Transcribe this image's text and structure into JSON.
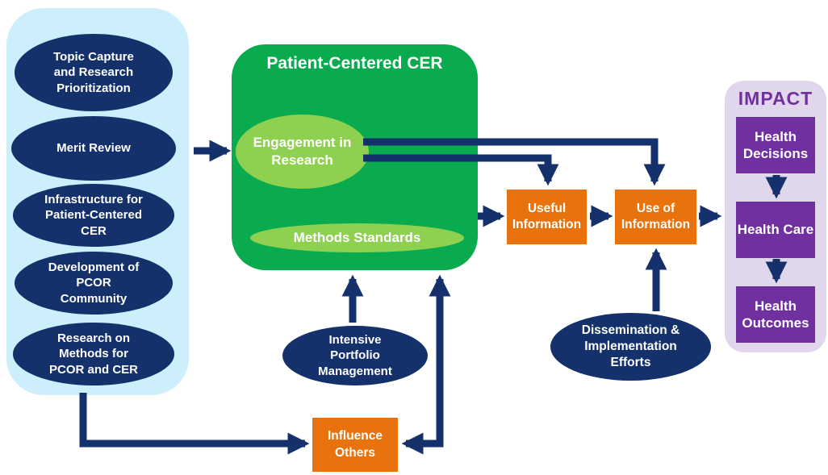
{
  "diagram": {
    "inputs_panel": {
      "items": [
        "Topic Capture and Research Prioritization",
        "Merit Review",
        "Infrastructure for Patient-Centered CER",
        "Development of PCOR Community",
        "Research on Methods for PCOR and CER"
      ]
    },
    "cer_box": {
      "title": "Patient-Centered CER",
      "engagement": "Engagement in Research",
      "methods_standards": "Methods Standards"
    },
    "nodes": {
      "portfolio": "Intensive Portfolio Management",
      "influence_others": "Influence Others",
      "useful_information": "Useful Information",
      "use_of_information": "Use of Information",
      "dissemination": "Dissemination & Implementation Efforts"
    },
    "impact_panel": {
      "title": "IMPACT",
      "items": [
        "Health Decisions",
        "Health Care",
        "Health Outcomes"
      ]
    }
  },
  "colors": {
    "navy": "#14316b",
    "light_blue": "#cdeefb",
    "green": "#0aaa4f",
    "light_green": "#8ed050",
    "orange": "#e8730c",
    "purple": "#7030a0",
    "lavender": "#e1d7ec",
    "white": "#ffffff"
  }
}
